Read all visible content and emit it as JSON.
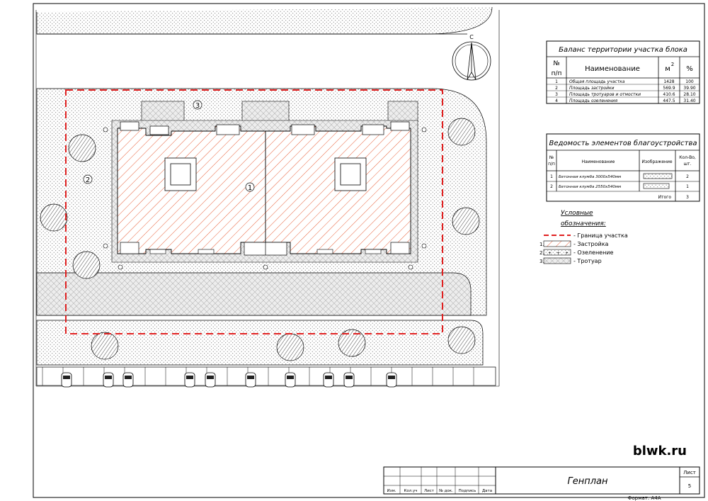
{
  "balance": {
    "title": "Баланс территории участка блока",
    "col_no": "№",
    "col_no2": "п/п",
    "col_name": "Наименование",
    "col_m2": "м",
    "col_m2_sup": "2",
    "col_pct": "%",
    "rows": [
      {
        "no": "1",
        "name": "Общая площадь участка",
        "m2": "1428",
        "pct": "100"
      },
      {
        "no": "2",
        "name": "Площадь застройки",
        "m2": "569.9",
        "pct": "39.90"
      },
      {
        "no": "3",
        "name": "Площадь тротуаров и отмостки",
        "m2": "410.6",
        "pct": "28.10"
      },
      {
        "no": "4",
        "name": "Площадь озеленения",
        "m2": "447.5",
        "pct": "31.40"
      }
    ]
  },
  "elements": {
    "title": "Ведомость элементов благоустройства",
    "col_no": "№",
    "col_no2": "п/п",
    "col_name": "Наименование",
    "col_img": "Изображение",
    "col_qty": "Кол-Во,",
    "col_qty2": "шт.",
    "rows": [
      {
        "no": "1",
        "name": "Бетонная клумба 3000x540мм",
        "qty": "2"
      },
      {
        "no": "2",
        "name": "Бетонная клумба 2550x540мм",
        "qty": "1"
      }
    ],
    "total_label": "Итого",
    "total_qty": "3"
  },
  "legend": {
    "title1": "Условные",
    "title2": "обозначения:",
    "items": [
      {
        "num": "",
        "label": "- Граница участка"
      },
      {
        "num": "1.",
        "label": "- Застройка"
      },
      {
        "num": "2.",
        "label": "- Озеленение"
      },
      {
        "num": "3.",
        "label": "- Тротуар"
      }
    ]
  },
  "plan": {
    "zone_building": "1",
    "zone_green": "2",
    "zone_sidewalk": "3",
    "north_label": "С"
  },
  "watermark": "blwk.ru",
  "stamp": {
    "title": "Генплан",
    "sheet_label": "Лист",
    "sheet_no": "5",
    "cols": [
      "Изм.",
      "Кол.уч",
      "Лист",
      "№ док.",
      "Подпись",
      "Дата"
    ],
    "format": "Формат: А4А"
  },
  "colors": {
    "boundary": "#e02020",
    "hatch": "#e8603a",
    "line": "#000000",
    "dots": "#555555"
  }
}
